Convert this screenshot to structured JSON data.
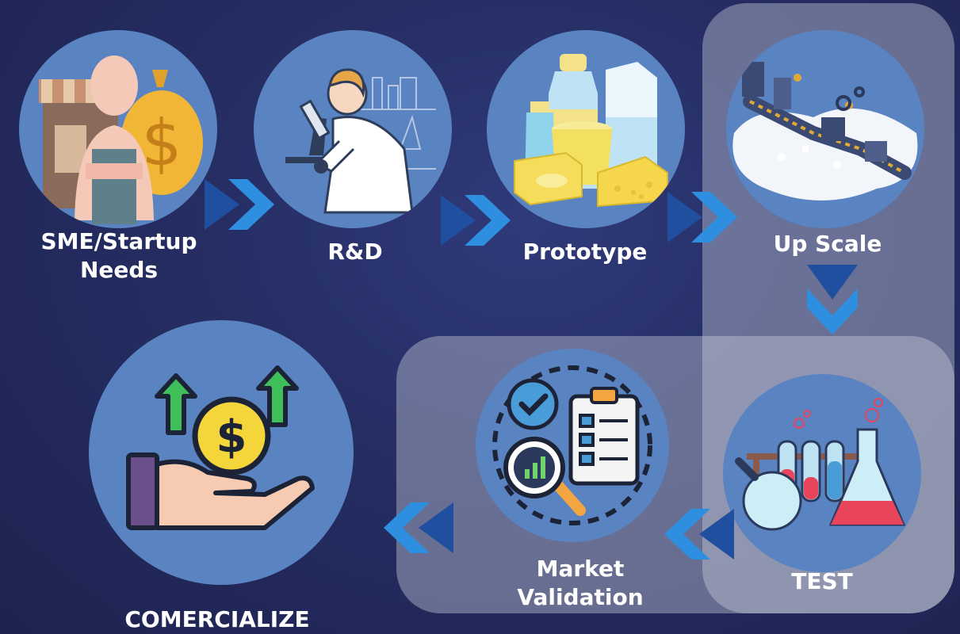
{
  "steps": [
    {
      "label": "SME/Startup\nNeeds",
      "icon": "shop-owner-icon"
    },
    {
      "label": "R&D",
      "icon": "scientist-microscope-icon"
    },
    {
      "label": "Prototype",
      "icon": "dairy-products-icon"
    },
    {
      "label": "Up Scale",
      "icon": "factory-conveyor-icon"
    },
    {
      "label": "TEST",
      "icon": "test-tubes-flask-icon"
    },
    {
      "label": "Market\nValidation",
      "icon": "checklist-analytics-icon"
    },
    {
      "label": "COMERCIALIZE",
      "icon": "hand-coin-growth-icon"
    }
  ],
  "colors": {
    "background": "#252d62",
    "circle": "#5a83c2",
    "arrow_dark": "#1f4f9e",
    "arrow_light": "#2e8fe0",
    "panel": "rgba(200,205,220,0.42)"
  }
}
